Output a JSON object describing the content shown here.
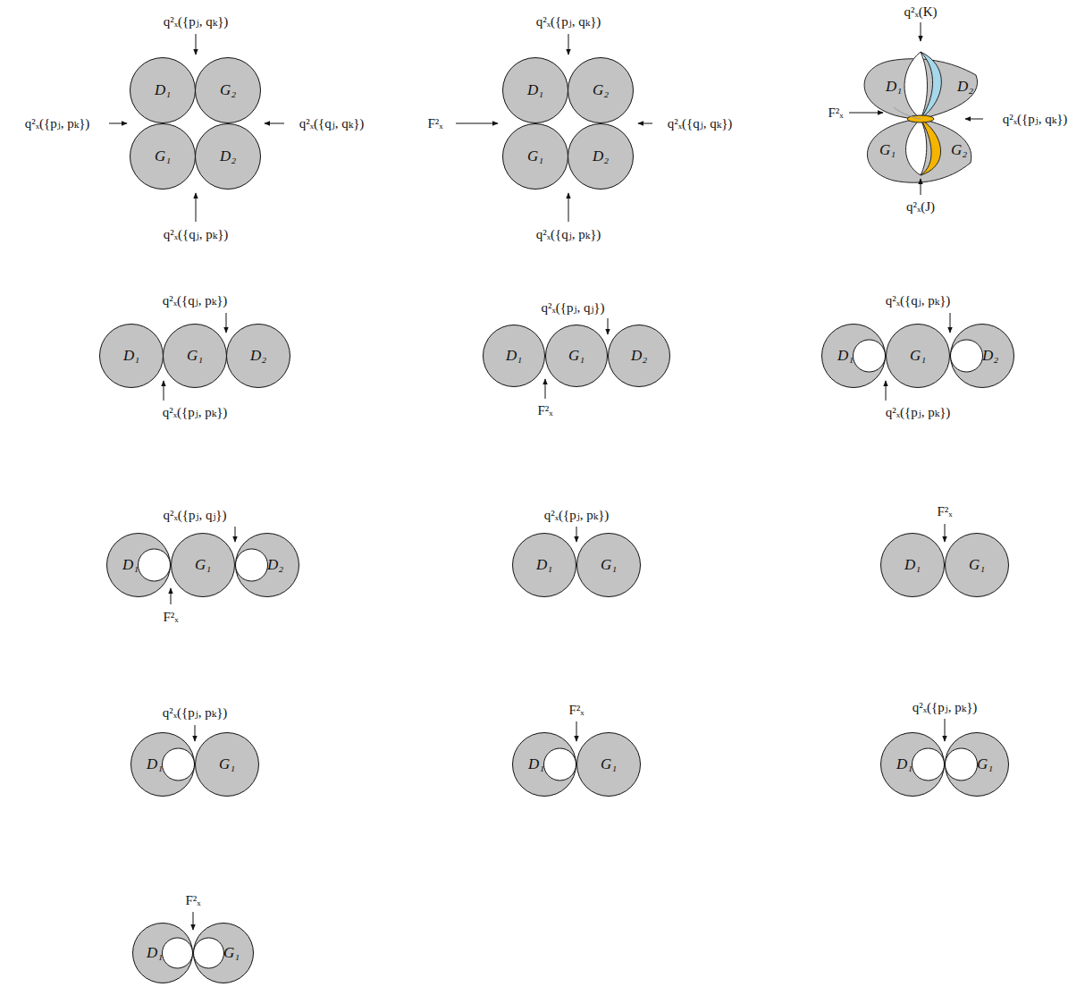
{
  "diagram": {
    "nodes": [
      {
        "text": [
          "D₁"
        ]
      },
      {
        "text": [
          "G₂"
        ]
      },
      {
        "text": [
          "G₁"
        ]
      },
      {
        "text": [
          "D₂"
        ]
      },
      {
        "text": [
          "D₁"
        ]
      },
      {
        "text": [
          "G₂"
        ]
      },
      {
        "text": [
          "G₁"
        ]
      },
      {
        "text": [
          "D₂"
        ]
      },
      {
        "text": [
          "D₁"
        ]
      },
      {
        "text": [
          "D₂"
        ]
      },
      {
        "text": [
          "G₁"
        ]
      },
      {
        "text": [
          "G₂"
        ]
      },
      {
        "text": [
          "D₁"
        ]
      },
      {
        "text": [
          "G₁"
        ]
      },
      {
        "text": [
          "D₂"
        ]
      },
      {
        "text": [
          "D₁"
        ]
      },
      {
        "text": [
          "G₁"
        ]
      },
      {
        "text": [
          "D₂"
        ]
      },
      {
        "text": [
          "D₁"
        ]
      },
      {
        "text": [
          "G₁"
        ]
      },
      {
        "text": [
          "D₂"
        ]
      },
      {
        "text": [
          "D₁"
        ]
      },
      {
        "text": [
          "G₁"
        ]
      },
      {
        "text": [
          "D₂"
        ]
      },
      {
        "text": [
          "D₁"
        ]
      },
      {
        "text": [
          "G₁"
        ]
      },
      {
        "text": [
          "D₁"
        ]
      },
      {
        "text": [
          "G₁"
        ]
      },
      {
        "text": [
          "D₁"
        ]
      },
      {
        "text": [
          "G₁"
        ]
      },
      {
        "text": [
          "D₁"
        ]
      },
      {
        "text": [
          "G₁"
        ]
      },
      {
        "text": [
          "D₁"
        ]
      },
      {
        "text": [
          "G₁"
        ]
      },
      {
        "text": [
          "D₁"
        ]
      },
      {
        "text": [
          "G₁"
        ]
      }
    ],
    "labels": [
      "q²ₓ({pⱼ, qₖ})",
      "q²ₓ({pⱼ, pₖ})",
      "q²ₓ({qⱼ, qₖ})",
      "q²ₓ({qⱼ, pₖ})",
      "q²ₓ({pⱼ, qₖ})",
      "F²ₓ",
      "q²ₓ({qⱼ, qₖ})",
      "q²ₓ({qⱼ, pₖ})",
      "q²ₓ(K)",
      "F²ₓ",
      "q²ₓ({pⱼ, qₖ})",
      "q²ₓ(J)",
      "q²ₓ({qⱼ, pₖ})",
      "q²ₓ({pⱼ, pₖ})",
      "q²ₓ({pⱼ, qⱼ})",
      "F²ₓ",
      "q²ₓ({qⱼ, pₖ})",
      "q²ₓ({pⱼ, pₖ})",
      "q²ₓ({pⱼ, qⱼ})",
      "F²ₓ",
      "q²ₓ({pⱼ, pₖ})",
      "F²ₓ",
      "q²ₓ({pⱼ, pₖ})",
      "F²ₓ",
      "q²ₓ({pⱼ, pₖ})",
      "F²ₓ"
    ]
  }
}
